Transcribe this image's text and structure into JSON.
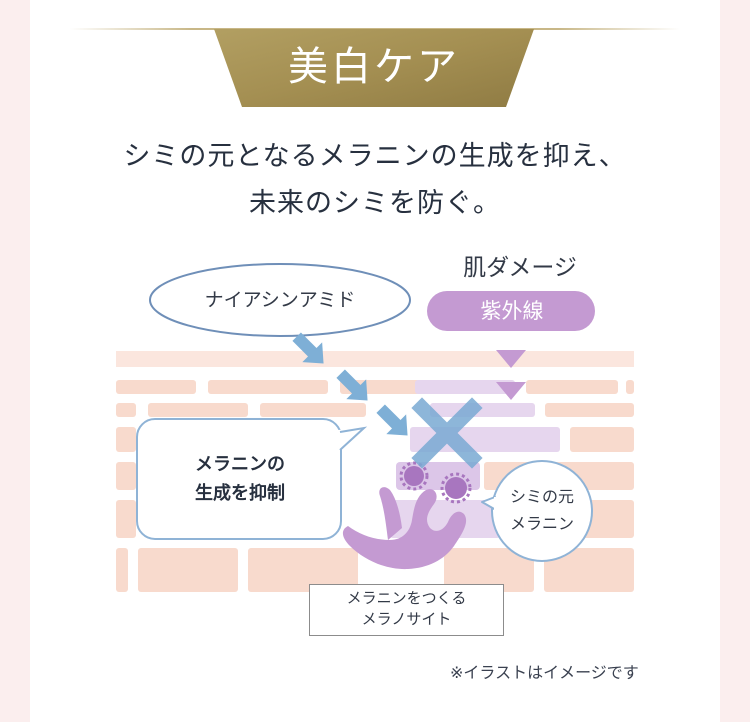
{
  "title": "美白ケア",
  "headline": {
    "line1": "シミの元となるメラニンの生成を抑え、",
    "line2": "未来のシミを防ぐ。"
  },
  "illustration": {
    "skin_damage_label": "肌ダメージ",
    "uv_label": "紫外線",
    "ingredient_label": "ナイアシンアミド",
    "effect_label_line1": "メラニンの",
    "effect_label_line2": "生成を抑制",
    "bubble_line1": "シミの元",
    "bubble_line2": "メラニン",
    "melanocyte_line1": "メラニンをつくる",
    "melanocyte_line2": "メラノサイト"
  },
  "note": "※イラストはイメージです",
  "colors": {
    "gold": "#a89456",
    "skin": "#f7d8cc",
    "purple": "#c49ad2",
    "blue_arrow": "#7eafd6",
    "ellipse_stroke": "#6f8fb8",
    "bubble_stroke": "#8fb3d6"
  }
}
